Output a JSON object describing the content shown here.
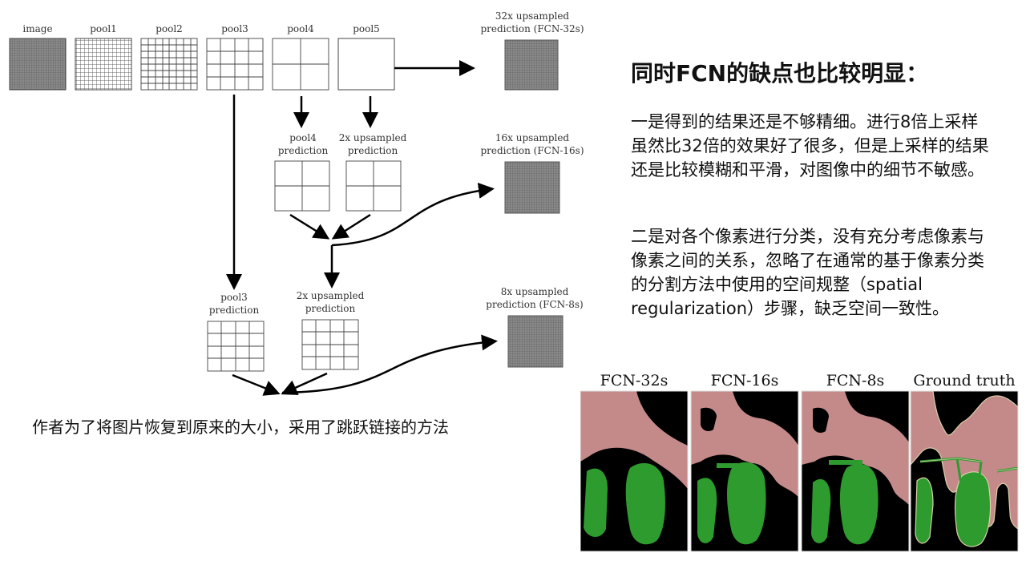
{
  "diagram": {
    "labels": {
      "image": "image",
      "pool1": "pool1",
      "pool2": "pool2",
      "pool3": "pool3",
      "pool4": "pool4",
      "pool5": "pool5",
      "pred32_l1": "32x upsampled",
      "pred32_l2": "prediction (FCN-32s)",
      "pool4pred_l1": "pool4",
      "pool4pred_l2": "prediction",
      "up2a_l1": "2x upsampled",
      "up2a_l2": "prediction",
      "pred16_l1": "16x upsampled",
      "pred16_l2": "prediction (FCN-16s)",
      "pool3pred_l1": "pool3",
      "pool3pred_l2": "prediction",
      "up2b_l1": "2x upsampled",
      "up2b_l2": "prediction",
      "pred8_l1": "8x upsampled",
      "pred8_l2": "prediction (FCN-8s)"
    }
  },
  "slide": {
    "title": "同时FCN的缺点也比较明显：",
    "para1": "一是得到的结果还是不够精细。进行8倍上采样虽然比32倍的效果好了很多，但是上采样的结果还是比较模糊和平滑，对图像中的细节不敏感。",
    "para2": "二是对各个像素进行分类，没有充分考虑像素与像素之间的关系，忽略了在通常的基于像素分类的分割方法中使用的空间规整（spatial regularization）步骤，缺乏空间一致性。",
    "caption": "作者为了将图片恢复到原来的大小，采用了跳跃链接的方法"
  },
  "segmentation": {
    "labels": [
      "FCN-32s",
      "FCN-16s",
      "FCN-8s",
      "Ground truth"
    ],
    "colors": {
      "background": "#000000",
      "person": "#c48a8a",
      "bicycle": "#2e9b2e",
      "outline": "#d9d0a8"
    }
  }
}
